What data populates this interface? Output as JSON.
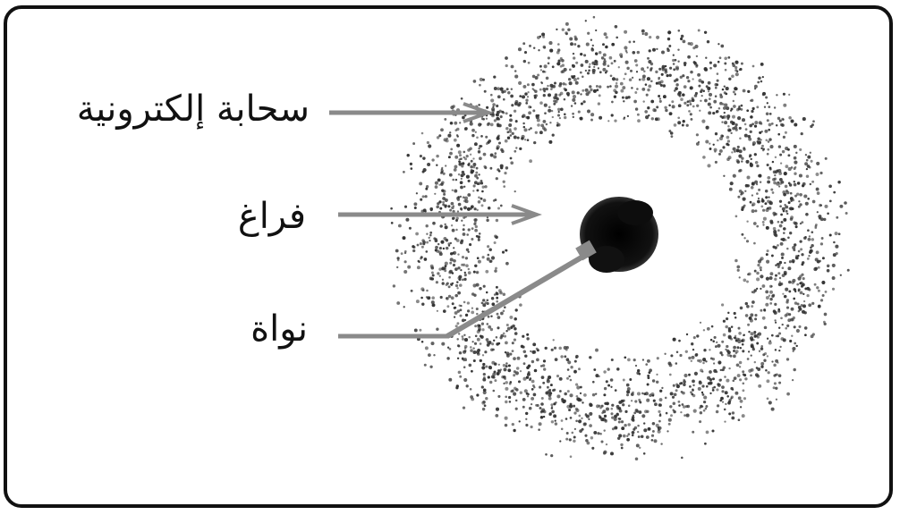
{
  "diagram": {
    "labels": {
      "electron_cloud": "سحابة إلكترونية",
      "gap": "فراغ",
      "nucleus": "نواة"
    },
    "colors": {
      "frame": "#111111",
      "arrow": "#8a8a8a",
      "dots": "#333333",
      "nucleus": "#0a0a0a"
    }
  }
}
